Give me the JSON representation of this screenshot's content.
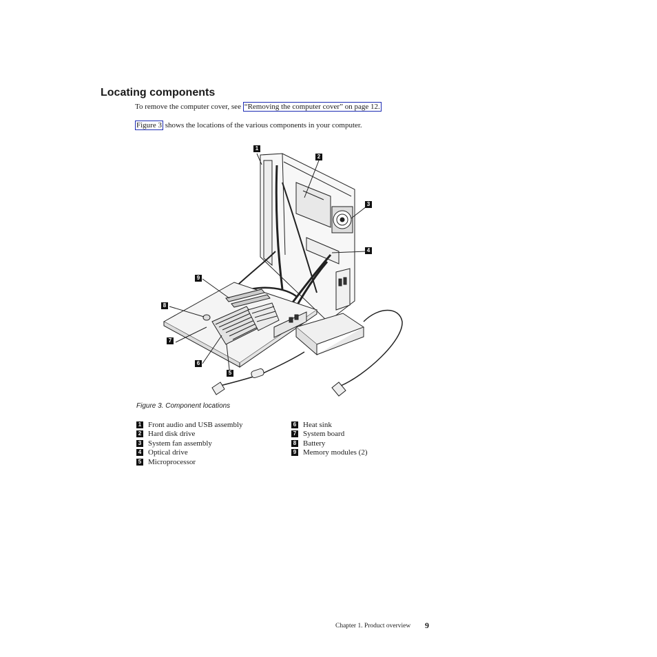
{
  "heading": "Locating components",
  "para1": {
    "prefix": "To remove the computer cover, see ",
    "link": "“Removing the computer cover” on page 12."
  },
  "para2": {
    "link": "Figure 3",
    "suffix": " shows the locations of the various components in your computer."
  },
  "figure": {
    "caption": "Figure 3. Component locations",
    "callouts": [
      "1",
      "2",
      "3",
      "4",
      "5",
      "6",
      "7",
      "8",
      "9"
    ]
  },
  "legend": {
    "column1": [
      {
        "num": "1",
        "label": "Front audio and USB assembly"
      },
      {
        "num": "2",
        "label": "Hard disk drive"
      },
      {
        "num": "3",
        "label": "System fan assembly"
      },
      {
        "num": "4",
        "label": "Optical drive"
      },
      {
        "num": "5",
        "label": "Microprocessor"
      }
    ],
    "column2": [
      {
        "num": "6",
        "label": "Heat sink"
      },
      {
        "num": "7",
        "label": "System board"
      },
      {
        "num": "8",
        "label": "Battery"
      },
      {
        "num": "9",
        "label": "Memory modules (2)"
      }
    ]
  },
  "footer": {
    "chapter": "Chapter 1. Product overview",
    "page_number": "9"
  }
}
